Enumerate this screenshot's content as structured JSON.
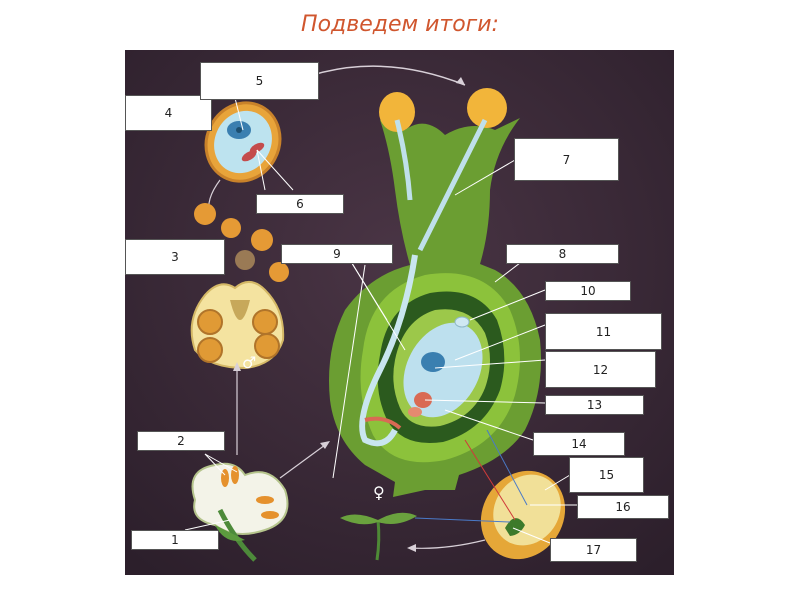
{
  "title": "Подведем итоги:",
  "labels": [
    "1",
    "2",
    "3",
    "4",
    "5",
    "6",
    "7",
    "8",
    "9",
    "10",
    "11",
    "12",
    "13",
    "14",
    "15",
    "16",
    "17"
  ],
  "symbols": {
    "male": "♂",
    "female": "♀"
  }
}
